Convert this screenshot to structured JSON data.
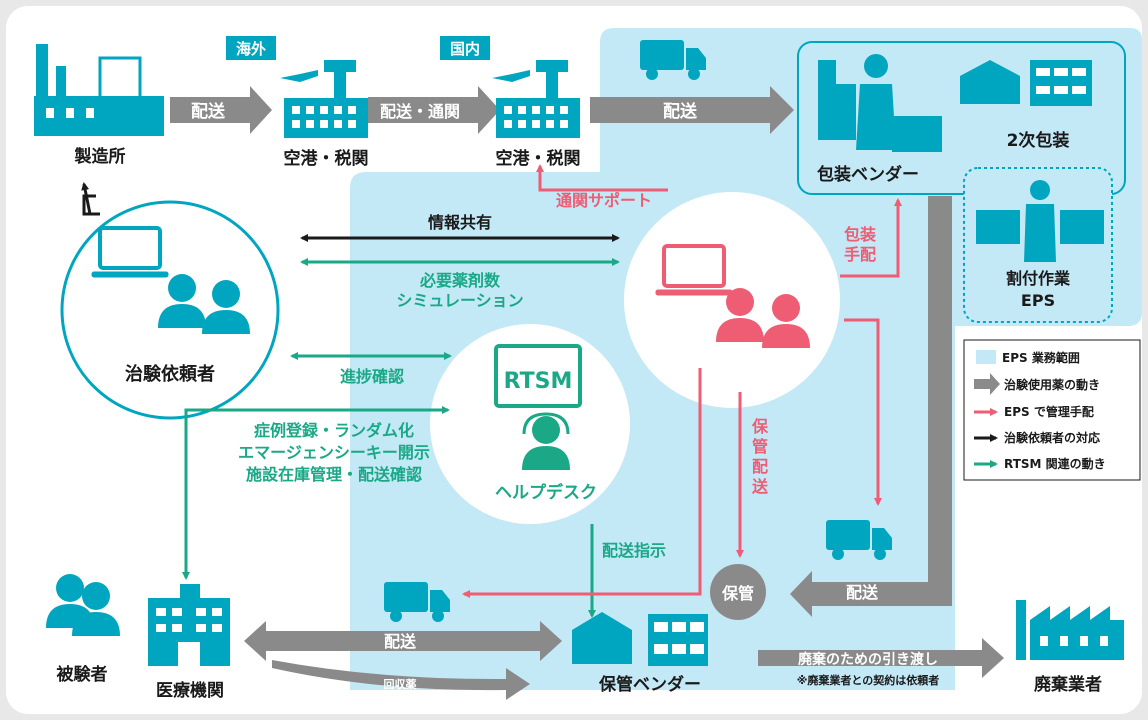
{
  "colors": {
    "teal": "#00a6bf",
    "light_blue": "#c3e8f6",
    "gray": "#8a8a8a",
    "pink": "#ee5d73",
    "green": "#1aa886",
    "black": "#1a1a1a"
  },
  "tags": {
    "overseas": "海外",
    "domestic": "国内"
  },
  "nodes": {
    "factory": "製造所",
    "airport_overseas": "空港・税関",
    "airport_domestic": "空港・税関",
    "packaging_vendor": "包装ベンダー",
    "secondary_packaging": "2次包装",
    "allocation_line1": "割付作業",
    "allocation_line2": "EPS",
    "sponsor": "治験依頼者",
    "helpdesk": "ヘルプデスク",
    "rtsm": "RTSM",
    "subject": "被験者",
    "medical_institution": "医療機関",
    "storage_vendor": "保管ベンダー",
    "storage": "保管",
    "disposal_vendor": "廃棄業者"
  },
  "arrows": {
    "ship1": "配送",
    "ship_customs": "配送・通関",
    "ship2": "配送",
    "customs_support": "通関サポート",
    "info_sharing": "情報共有",
    "sim_line1": "必要薬剤数",
    "sim_line2": "シミュレーション",
    "progress": "進捗確認",
    "reg_line1": "症例登録・ランダム化",
    "reg_line2": "エマージェンシーキー開示",
    "reg_line3": "施設在庫管理・配送確認",
    "pkg_line1": "包装",
    "pkg_line2": "手配",
    "keep_v1": "保",
    "keep_v2": "管",
    "keep_v3": "配",
    "keep_v4": "送",
    "ship_instruction": "配送指示",
    "ship3": "配送",
    "ship4": "配送",
    "collect": "回収薬",
    "disposal_handover": "廃棄のための引き渡し",
    "disposal_note": "※廃棄業者との契約は依頼者"
  },
  "legend": {
    "scope": "EPS 業務範囲",
    "item1": "治験使用薬の動き",
    "item2": "EPS で管理手配",
    "item3": "治験依頼者の対応",
    "item4": "RTSM 関連の動き"
  }
}
